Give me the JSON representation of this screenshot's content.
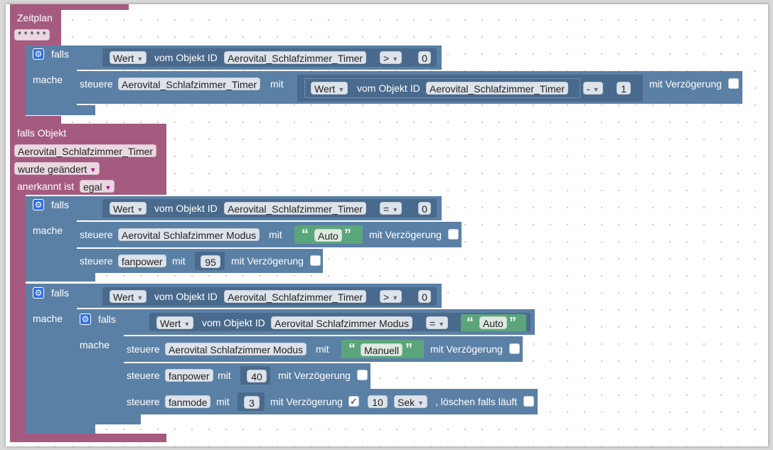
{
  "schedule": {
    "label": "Zeitplan",
    "cron": "* * * * *"
  },
  "if1": {
    "falls": "falls",
    "mache": "mache",
    "cond": {
      "wert": "Wert",
      "vom": "vom Objekt ID",
      "obj": "Aerovital_Schlafzimmer_Timer",
      "op": ">",
      "num": "0"
    },
    "set": {
      "steuere": "steuere",
      "obj": "Aerovital_Schlafzimmer_Timer",
      "mit": "mit",
      "inner": {
        "wert": "Wert",
        "vom": "vom Objekt ID",
        "obj": "Aerovital_Schlafzimmer_Timer",
        "op": "-",
        "num": "1"
      },
      "delay": "mit Verzögerung"
    }
  },
  "trigger": {
    "label": "falls Objekt",
    "obj": "Aerovital_Schlafzimmer_Timer",
    "changed": "wurde geändert",
    "ack_label": "anerkannt ist",
    "ack": "egal"
  },
  "if2": {
    "falls": "falls",
    "mache": "mache",
    "cond": {
      "wert": "Wert",
      "vom": "vom Objekt ID",
      "obj": "Aerovital_Schlafzimmer_Timer",
      "op": "=",
      "num": "0"
    },
    "set1": {
      "steuere": "steuere",
      "obj": "Aerovital Schlafzimmer Modus",
      "mit": "mit",
      "val": "Auto",
      "delay": "mit Verzögerung"
    },
    "set2": {
      "steuere": "steuere",
      "obj": "fanpower",
      "mit": "mit",
      "val": "95",
      "delay": "mit Verzögerung"
    }
  },
  "if3": {
    "falls": "falls",
    "mache": "mache",
    "cond": {
      "wert": "Wert",
      "vom": "vom Objekt ID",
      "obj": "Aerovital_Schlafzimmer_Timer",
      "op": ">",
      "num": "0"
    },
    "nested": {
      "falls": "falls",
      "mache": "mache",
      "cond": {
        "wert": "Wert",
        "vom": "vom Objekt ID",
        "obj": "Aerovital Schlafzimmer Modus",
        "op": "=",
        "val": "Auto"
      },
      "set1": {
        "steuere": "steuere",
        "obj": "Aerovital Schlafzimmer Modus",
        "mit": "mit",
        "val": "Manuell",
        "delay": "mit Verzögerung"
      },
      "set2": {
        "steuere": "steuere",
        "obj": "fanpower",
        "mit": "mit",
        "val": "40",
        "delay": "mit Verzögerung"
      },
      "set3": {
        "steuere": "steuere",
        "obj": "fanmode",
        "mit": "mit",
        "val": "3",
        "delay": "mit Verzögerung",
        "check": "✓",
        "time": "10",
        "unit": "Sek",
        "clear": ", löschen falls läuft"
      }
    }
  },
  "colors": {
    "trigger": "#a55b80",
    "logic": "#5b80a5",
    "text": "#5ba57b"
  }
}
